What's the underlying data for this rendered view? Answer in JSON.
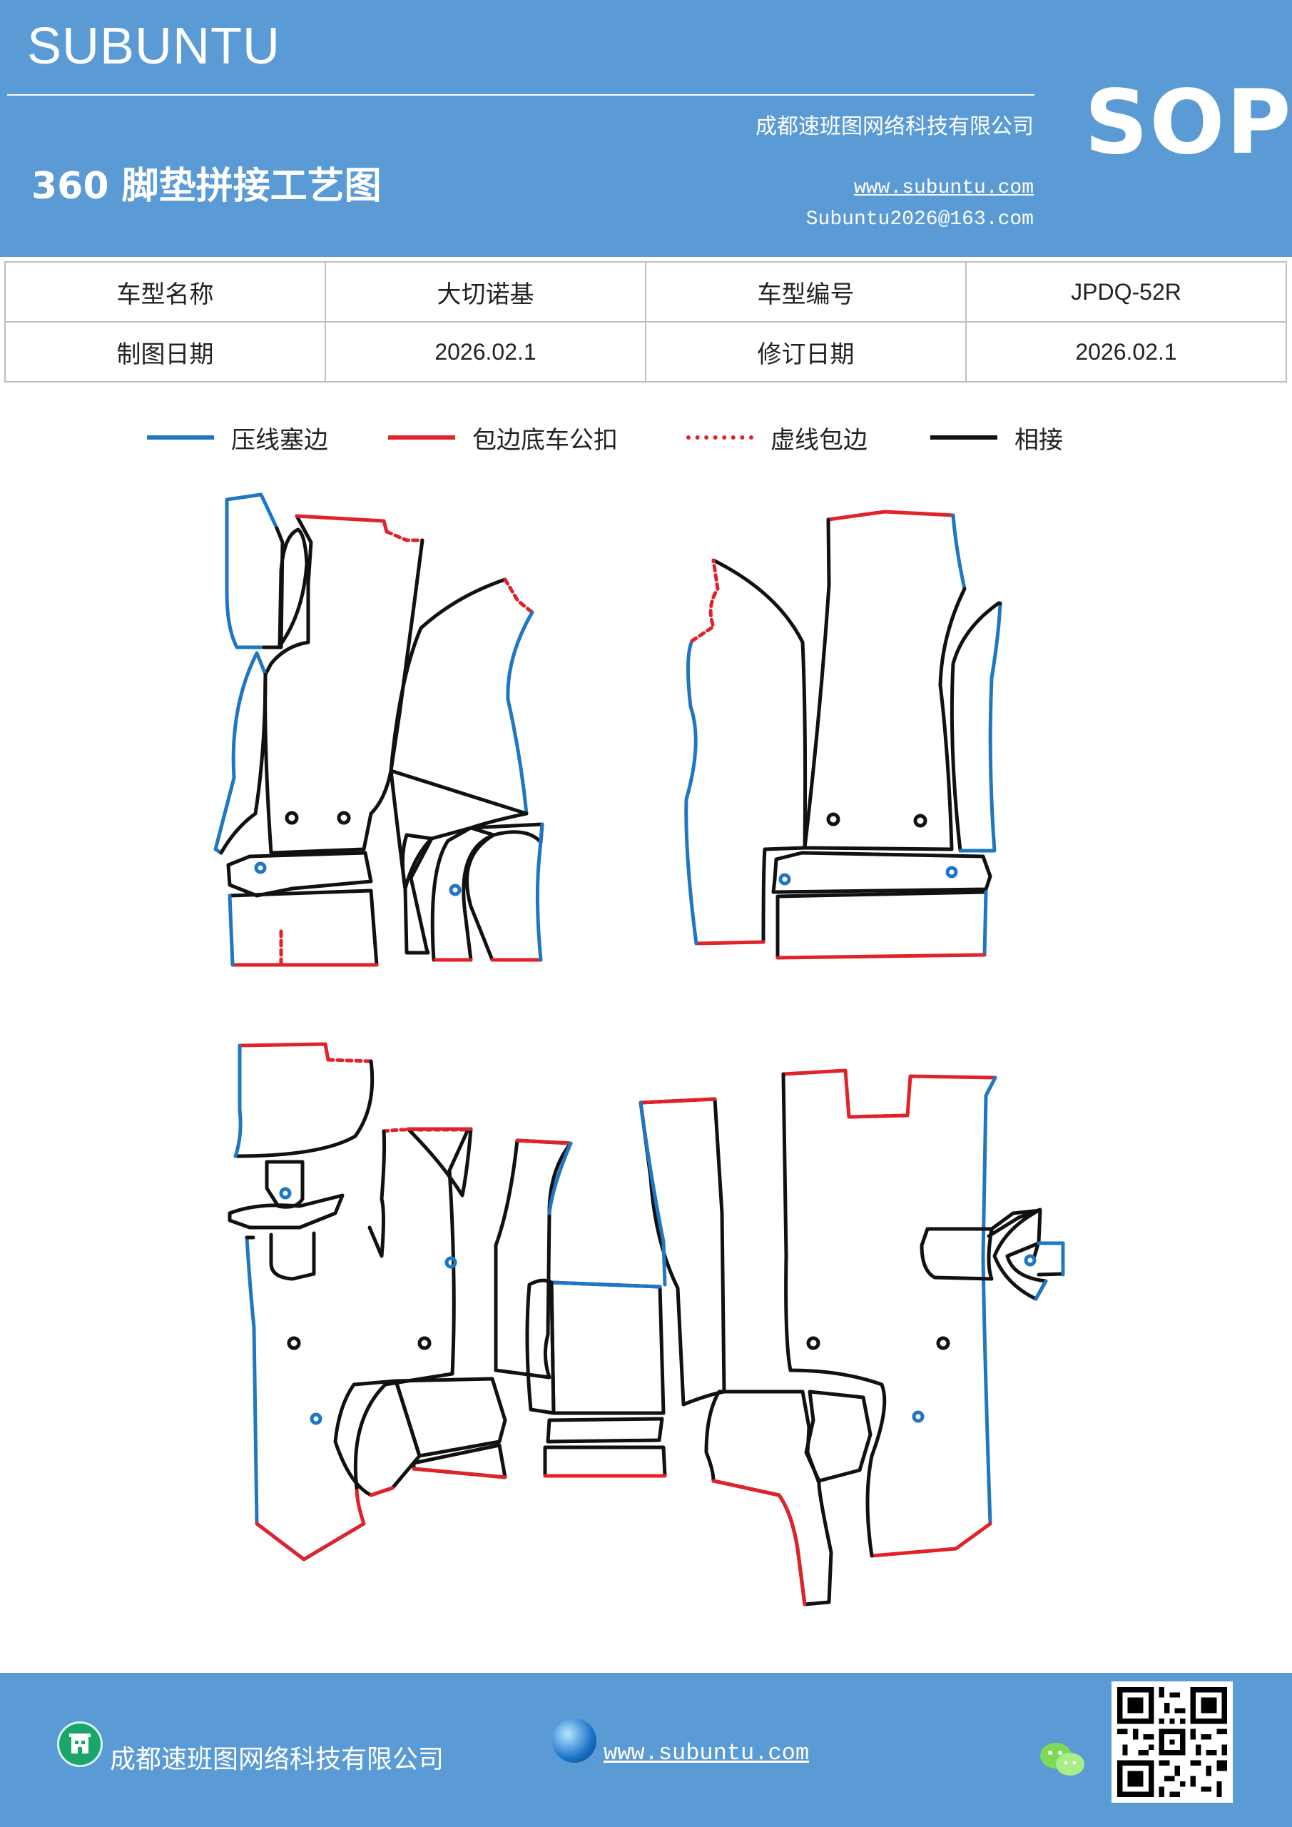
{
  "header": {
    "brand": "SUBUNTU",
    "company": "成都速班图网络科技有限公司",
    "title": "360 脚垫拼接工艺图",
    "website": "www.subuntu.com",
    "email": "Subuntu2026@163.com",
    "badge": "SOP"
  },
  "info_table": {
    "rows": [
      {
        "label1": "车型名称",
        "value1": "大切诺基",
        "label2": "车型编号",
        "value2": "JPDQ-52R"
      },
      {
        "label1": "制图日期",
        "value1": "2026.02.1",
        "label2": "修订日期",
        "value2": "2026.02.1"
      }
    ]
  },
  "legend": {
    "items": [
      {
        "label": "压线塞边",
        "color": "#1f77c4",
        "style": "solid"
      },
      {
        "label": "包边底车公扣",
        "color": "#e0222a",
        "style": "solid"
      },
      {
        "label": "虚线包边",
        "color": "#e0222a",
        "style": "dashed"
      },
      {
        "label": "相接",
        "color": "#111111",
        "style": "solid"
      }
    ]
  },
  "footer": {
    "company": "成都速班图网络科技有限公司",
    "website": "www.subuntu.com"
  },
  "colors": {
    "band": "#5b9bd5",
    "blue_edge": "#1f77c4",
    "red_edge": "#e0222a",
    "black_edge": "#111111"
  }
}
